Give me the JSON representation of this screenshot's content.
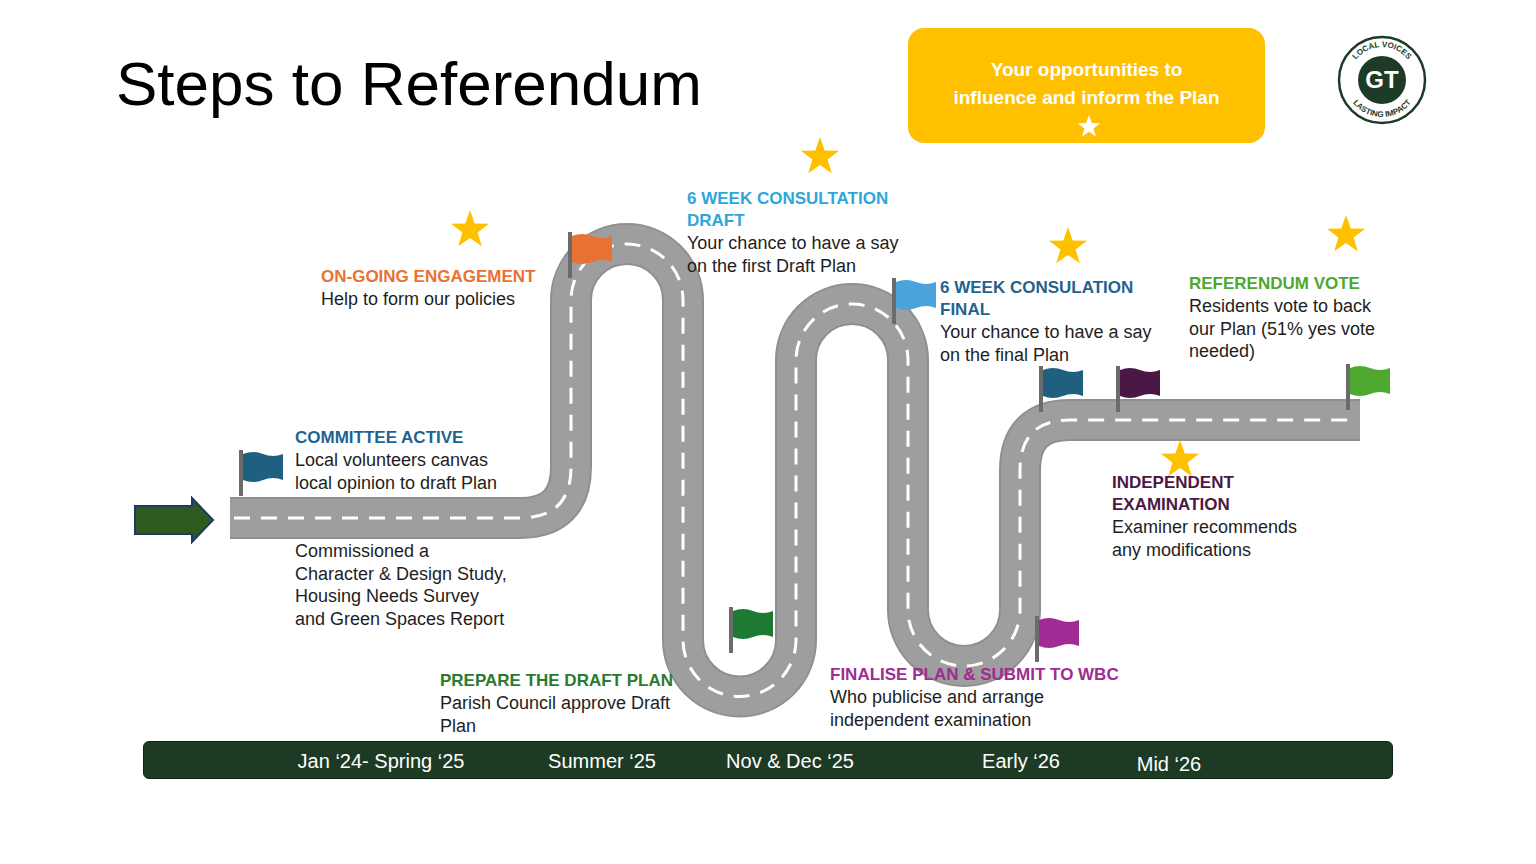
{
  "diagram": {
    "title": "Steps to Referendum",
    "nodes": [
      {
        "text": [
          "Your opportunities to influence and inform the Plan"
        ]
      },
      {
        "text": [
          "LOCAL VOICES",
          "GT",
          "LASTING IMPACT"
        ]
      },
      {
        "text": [
          "Jan ‘24- Spring ‘25",
          "Summer ‘25",
          "Nov & Dec ‘25",
          "Early ‘26",
          "Mid ‘26"
        ]
      }
    ],
    "labels": [
      "COMMITTEE ACTIVE",
      "Local volunteers canvas local opinion to draft Plan",
      "Commissioned a Character & Design Study, Housing Needs Survey and Green Spaces Report",
      "ON-GOING ENGAGEMENT",
      "Help to form our policies",
      "PREPARE THE DRAFT PLAN",
      "Parish Council approve Draft Plan",
      "6 WEEK CONSULTATION DRAFT",
      "Your chance to have a say on the first Draft Plan",
      "FINALISE PLAN & SUBMIT TO WBC",
      "Who publicise and arrange independent examination",
      "6 WEEK CONSULATION FINAL",
      "Your chance to have a say on the final Plan",
      "INDEPENDENT EXAMINATION",
      "Examiner recommends any modifications",
      "REFERENDUM VOTE",
      "Residents vote to back our Plan (51% yes vote needed)"
    ]
  }
}
